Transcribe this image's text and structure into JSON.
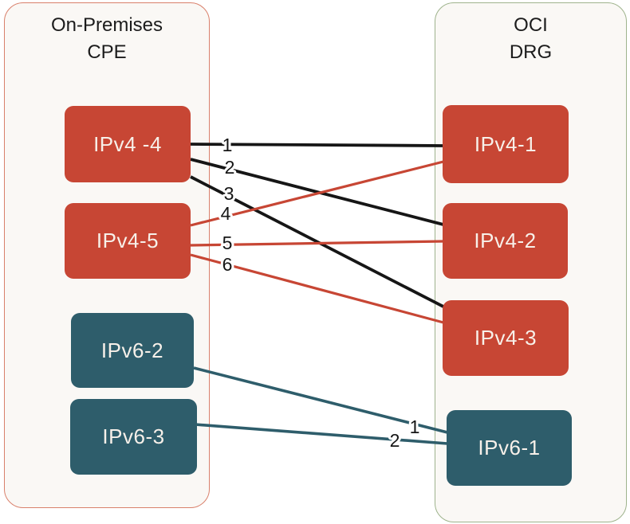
{
  "diagram": {
    "panels": {
      "left": {
        "title_line1": "On-Premises",
        "title_line2": "CPE"
      },
      "right": {
        "title_line1": "OCI",
        "title_line2": "DRG"
      }
    },
    "nodes": {
      "ipv4_4": {
        "label": "IPv4 -4"
      },
      "ipv4_5": {
        "label": "IPv4-5"
      },
      "ipv6_2": {
        "label": "IPv6-2"
      },
      "ipv6_3": {
        "label": "IPv6-3"
      },
      "ipv4_1": {
        "label": "IPv4-1"
      },
      "ipv4_2": {
        "label": "IPv4-2"
      },
      "ipv4_3": {
        "label": "IPv4-3"
      },
      "ipv6_1": {
        "label": "IPv6-1"
      }
    },
    "tunnel_labels": {
      "ipv4": [
        "1",
        "2",
        "3",
        "4",
        "5",
        "6"
      ],
      "ipv6": [
        "1",
        "2"
      ]
    },
    "colors": {
      "ipv4_node": "#c74634",
      "ipv6_node": "#2e5d6b",
      "ipv4_line_black": "#161616",
      "ipv4_line_red": "#c74634",
      "ipv6_line": "#2e5d6b",
      "left_panel_border": "#d9806b",
      "right_panel_border": "#9eb38c",
      "panel_background": "#faf8f5"
    }
  }
}
